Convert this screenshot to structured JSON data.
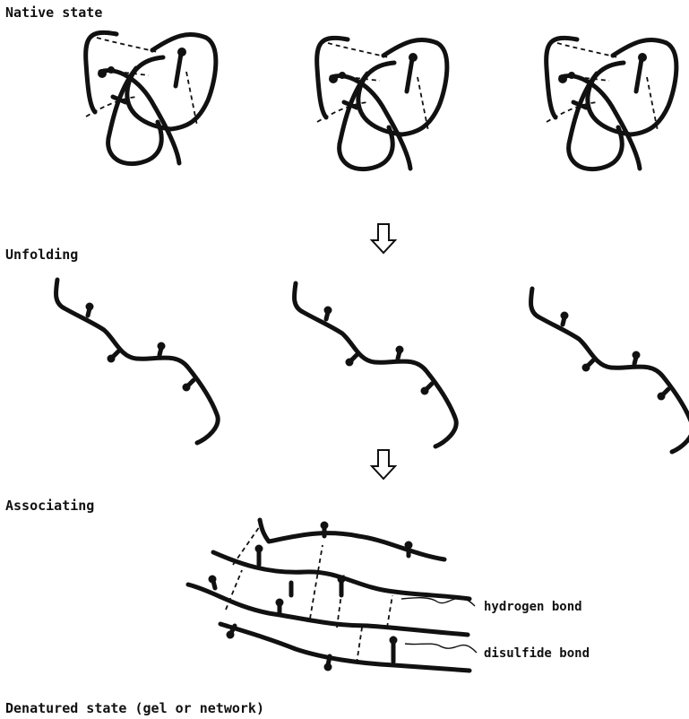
{
  "stages": {
    "native": "Native state",
    "unfolding": "Unfolding",
    "associating": "Associating",
    "denatured": "Denatured state (gel or network)"
  },
  "annotations": {
    "hydrogen_bond": "hydrogen bond",
    "disulfide_bond": "disulfide bond"
  },
  "colors": {
    "ink": "#111111",
    "background": "#ffffff"
  }
}
